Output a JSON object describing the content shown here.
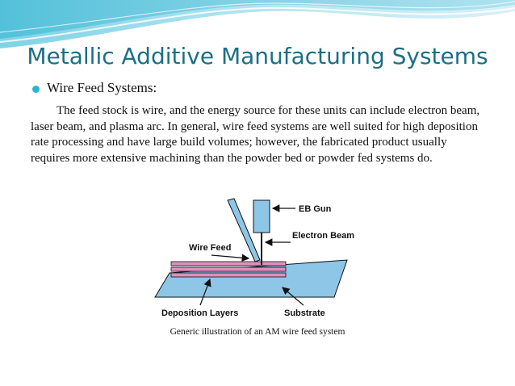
{
  "slide": {
    "title": "Metallic Additive Manufacturing Systems",
    "bullet": "Wire Feed Systems:",
    "paragraph": "The feed stock is wire, and the energy source for these units can include electron beam, laser beam, and plasma arc. In general, wire feed systems are well suited for high deposition rate processing and have large build volumes; however, the fabricated product usually requires more extensive machining than the powder bed or powder fed systems do."
  },
  "figure": {
    "labels": {
      "eb_gun": "EB Gun",
      "electron_beam": "Electron Beam",
      "wire_feed": "Wire Feed",
      "deposition_layers": "Deposition Layers",
      "substrate": "Substrate"
    },
    "caption": "Generic illustration of an AM wire feed system"
  },
  "colors": {
    "title": "#1c6f84",
    "bullet": "#2bb3cf",
    "substrate": "#8ec6e8",
    "layers": "#e08fbf",
    "wire": "#8ec6e8"
  }
}
